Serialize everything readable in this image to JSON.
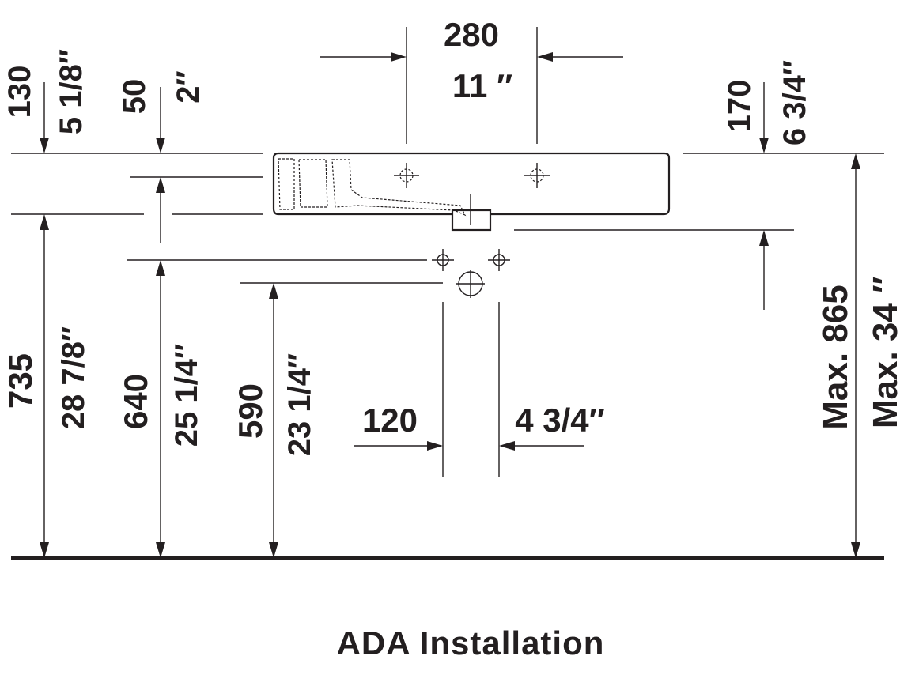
{
  "title": "ADA Installation",
  "colors": {
    "ink": "#231f20",
    "background": "#ffffff"
  },
  "dimensions": {
    "d130": "130",
    "d5_1_8": "5 1/8″",
    "d50": "50",
    "d2": "2″",
    "d280": "280",
    "d11": "11 ″",
    "d170": "170",
    "d6_3_4": "6 3/4″",
    "d735": "735",
    "d28_7_8": "28 7/8″",
    "d640": "640",
    "d25_1_4": "25 1/4″",
    "d590": "590",
    "d23_1_4": "23 1/4″",
    "d120": "120",
    "d4_3_4": "4 3/4″",
    "max865": "Max. 865",
    "max34": "Max. 34 ″"
  }
}
